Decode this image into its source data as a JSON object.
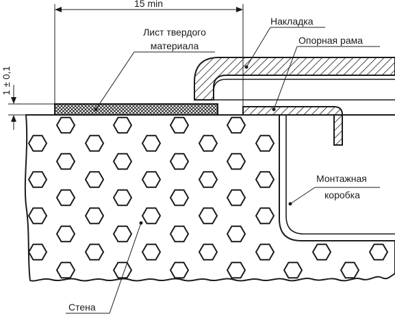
{
  "dimension": {
    "width": "15 min",
    "thickness": "1 ± 0,1"
  },
  "labels": {
    "overlay": "Накладка",
    "support_frame": "Опорная рама",
    "hard_sheet_line1": "Лист твердого",
    "hard_sheet_line2": "материала",
    "mounting_box_line1": "Монтажная",
    "mounting_box_line2": "коробка",
    "wall": "Стена"
  },
  "colors": {
    "ink": "#1a1a1a",
    "background": "#ffffff"
  }
}
